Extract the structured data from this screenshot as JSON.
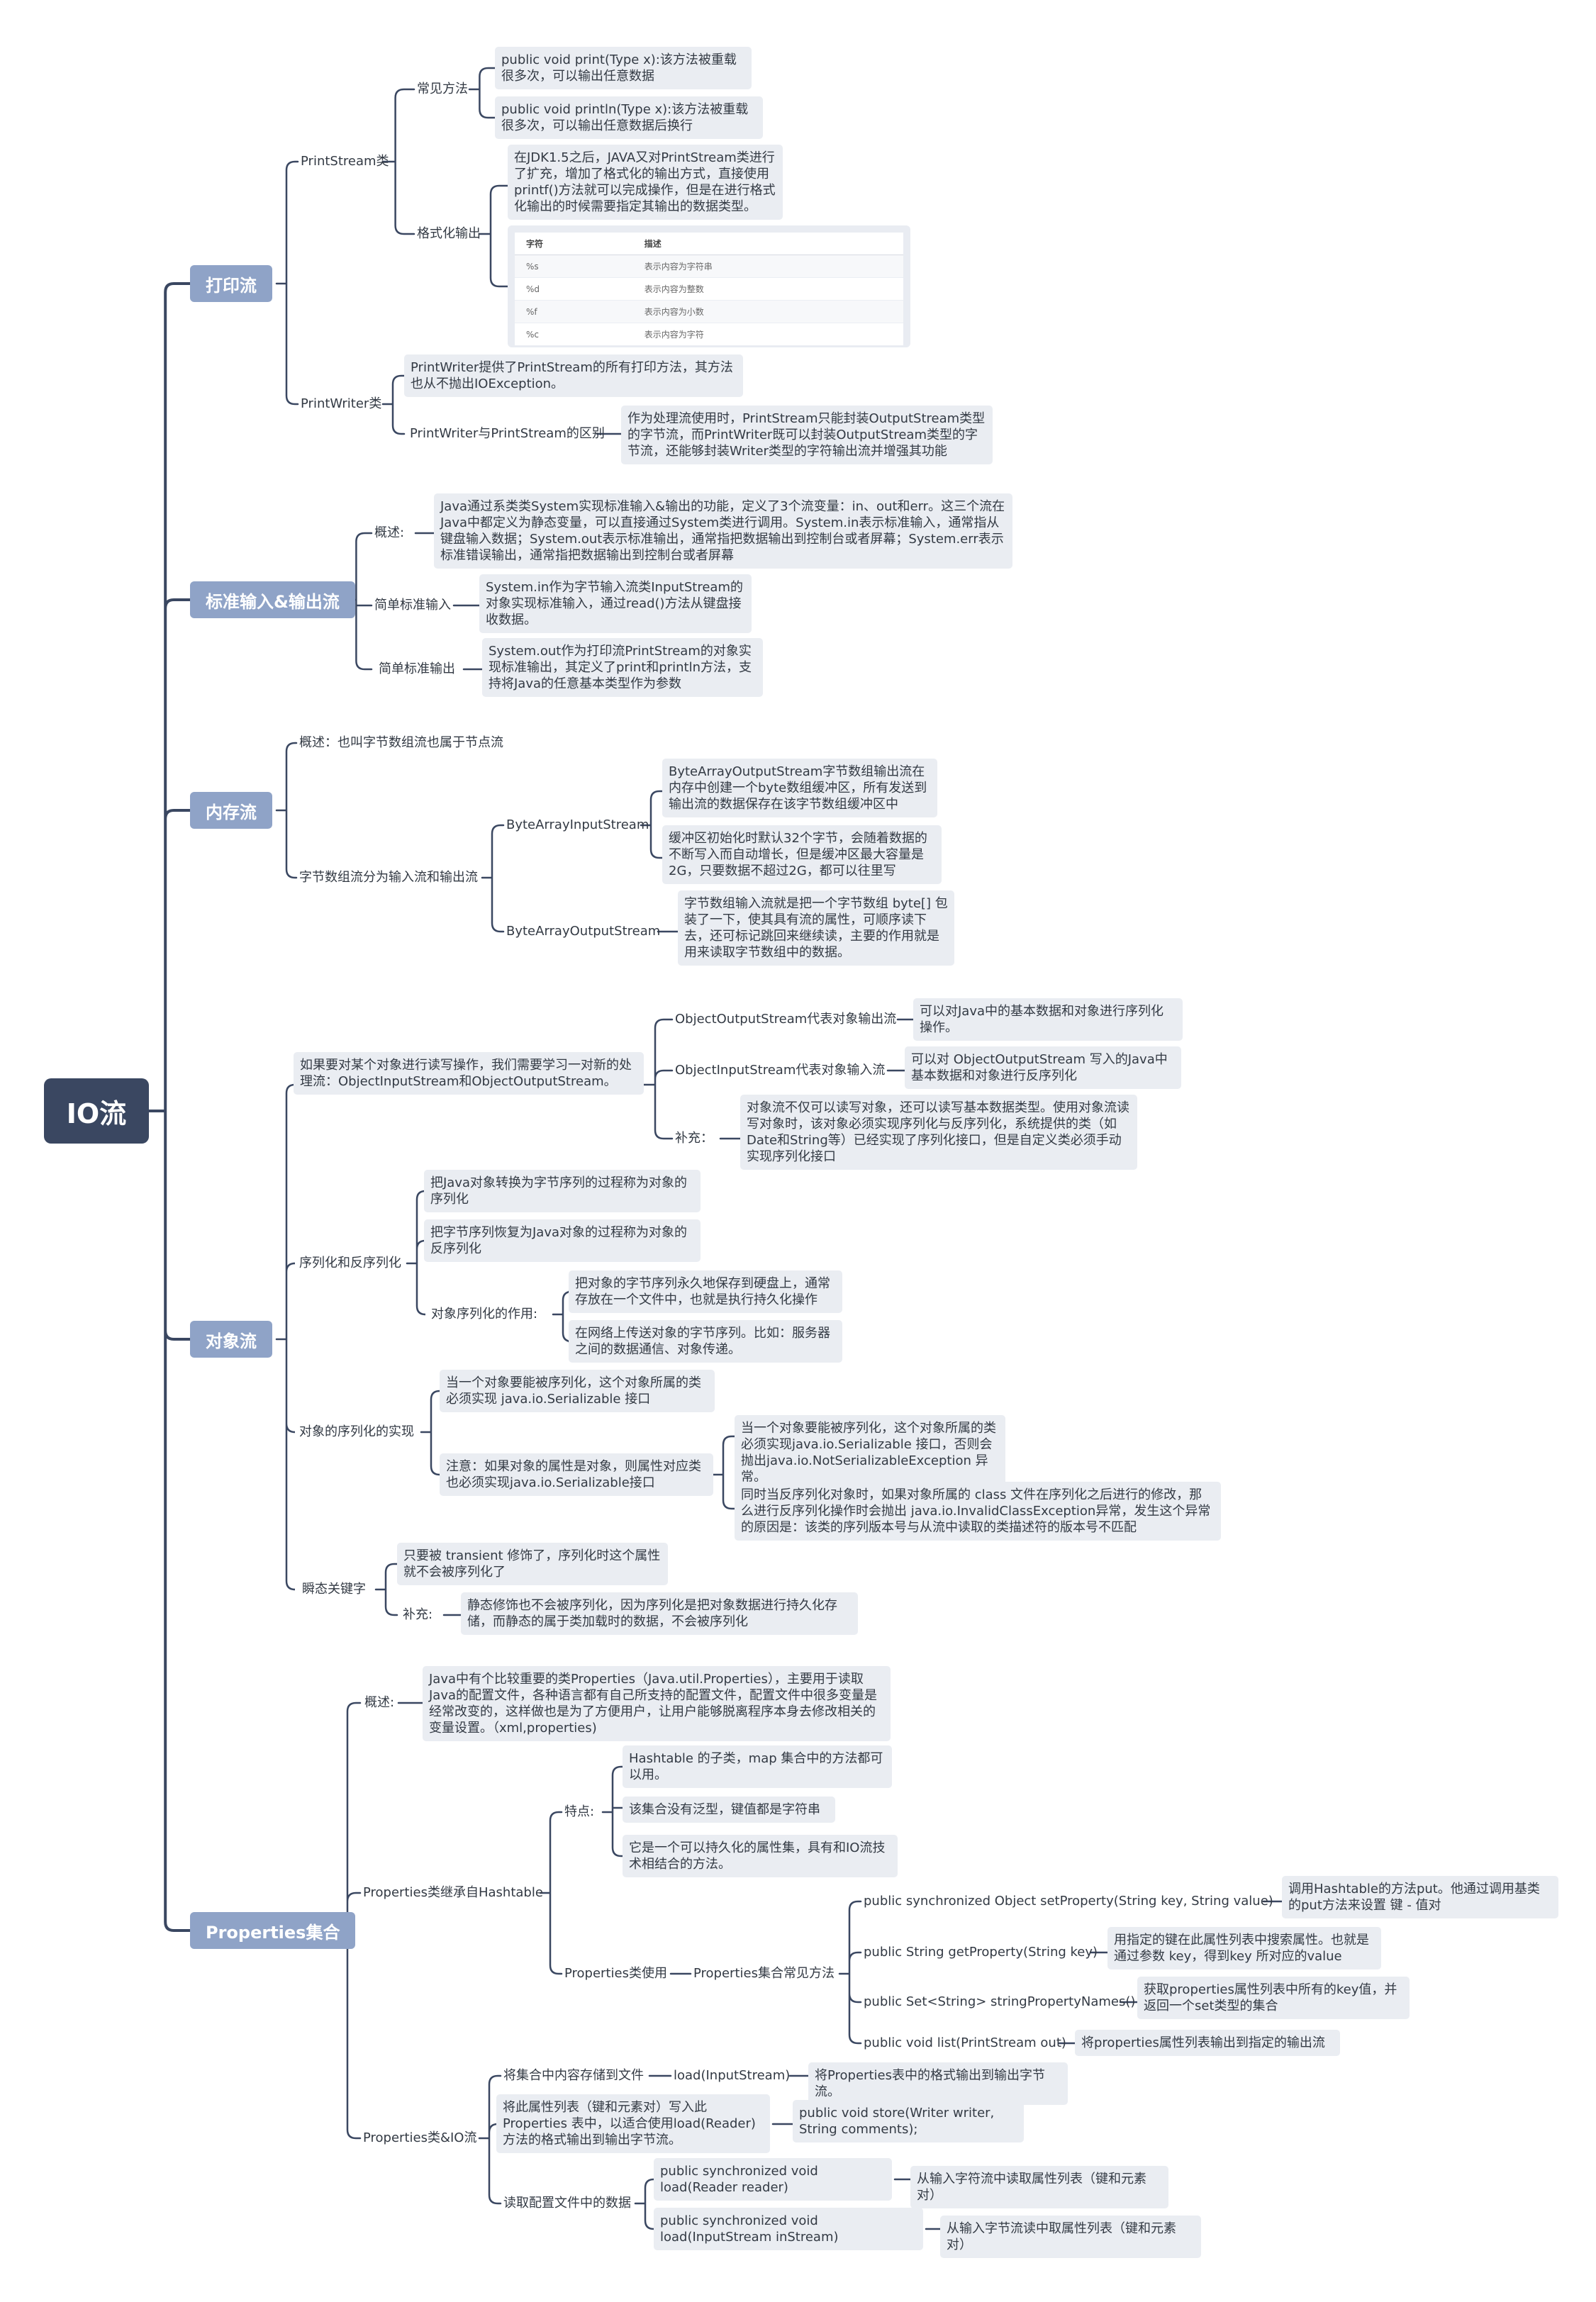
{
  "root": "IO流",
  "l1": {
    "print": "打印流",
    "std": "标准输入&输出流",
    "mem": "内存流",
    "obj": "对象流",
    "props": "Properties集合"
  },
  "labels": {
    "ps": "PrintStream类",
    "ps_common": "常见方法",
    "ps_format": "格式化输出",
    "pw": "PrintWriter类",
    "pw_diff": "PrintWriter与PrintStream的区别",
    "std_over": "概述:",
    "std_in": "简单标准输入",
    "std_out": "简单标准输出",
    "mem_over": "概述：也叫字节数组流也属于节点流",
    "mem_split": "字节数组流分为输入流和输出流",
    "mem_bais": "ByteArrayInputStream",
    "mem_baos": "ByteArrayOutputStream",
    "oos": "ObjectOutputStream代表对象输出流",
    "ois": "ObjectInputStream代表对象输入流",
    "obj_supp": "补充：",
    "obj_ser": "序列化和反序列化",
    "obj_ser_use": "对象序列化的作用:",
    "obj_impl": "对象的序列化的实现",
    "obj_trans": "瞬态关键字",
    "obj_trans_supp": "补充:",
    "pr_over": "概述:",
    "pr_extends": "Properties类继承自Hashtable",
    "pr_feat": "特点:",
    "pr_use": "Properties类使用",
    "pr_common": "Properties集合常见方法",
    "m_set": "public synchronized Object setProperty(String key, String value)",
    "m_get": "public String getProperty(String key)",
    "m_names": "public Set<String> stringPropertyNames()",
    "m_list": "public void list(PrintStream out)",
    "pr_io": "Properties类&IO流",
    "io_store": "将集合中内容存储到文件",
    "io_load_is": "load(InputStream)",
    "io_read": "读取配置文件中的数据"
  },
  "boxes": {
    "ps_print": "public void print(Type x):该方法被重载很多次，可以输出任意数据",
    "ps_println": "public void println(Type x):该方法被重载很多次，可以输出任意数据后换行",
    "ps_format_desc": "在JDK1.5之后，JAVA又对PrintStream类进行了扩充，增加了格式化的输出方式，直接使用printf()方法就可以完成操作，但是在进行格式化输出的时候需要指定其输出的数据类型。",
    "pw_desc": "PrintWriter提供了PrintStream的所有打印方法，其方法也从不抛出IOException。",
    "pw_diff_desc": "作为处理流使用时，PrintStream只能封装OutputStream类型的字节流，而PrintWriter既可以封装OutputStream类型的字节流，还能够封装Writer类型的字符输出流并增强其功能",
    "std_over_desc": " Java通过系类类System实现标准输入&输出的功能，定义了3个流变量：in、out和err。这三个流在Java中都定义为静态变量，可以直接通过System类进行调用。System.in表示标准输入，通常指从键盘输入数据；System.out表示标准输出，通常指把数据输出到控制台或者屏幕；System.err表示标准错误输出，通常指把数据输出到控制台或者屏幕",
    "std_in_desc": "System.in作为字节输入流类InputStream的对象实现标准输入，通过read()方法从键盘接收数据。",
    "std_out_desc": "System.out作为打印流PrintStream的对象实现标准输出，其定义了print和println方法，支持将Java的任意基本类型作为参数",
    "mem_bais_1": "ByteArrayOutputStream字节数组输出流在内存中创建一个byte数组缓冲区，所有发送到输出流的数据保存在该字节数组缓冲区中",
    "mem_bais_2": "缓冲区初始化时默认32个字节，会随着数据的不断写入而自动增长，但是缓冲区最大容量是2G，只要数据不超过2G，都可以往里写",
    "mem_baos_desc": "字节数组输入流就是把一个字节数组 byte[] 包装了一下，使其具有流的属性，可顺序读下去，还可标记跳回来继续读，主要的作用就是用来读取字节数组中的数据。",
    "obj_over": "如果要对某个对象进行读写操作，我们需要学习一对新的处理流：ObjectInputStream和ObjectOutputStream。",
    "oos_desc": "可以对Java中的基本数据和对象进行序列化操作。",
    "ois_desc": "可以对 ObjectOutputStream 写入的Java中基本数据和对象进行反序列化",
    "obj_supp_desc": "对象流不仅可以读写对象，还可以读写基本数据类型。使用对象流读写对象时，该对象必须实现序列化与反序列化，系统提供的类（如Date和String等）已经实现了序列化接口，但是自定义类必须手动实现序列化接口",
    "ser_def": "把Java对象转换为字节序列的过程称为对象的序列化",
    "deser_def": "把字节序列恢复为Java对象的过程称为对象的反序列化",
    "ser_use_1": "把对象的字节序列永久地保存到硬盘上，通常存放在一个文件中，也就是执行持久化操作",
    "ser_use_2": "在网络上传送对象的字节序列。比如：服务器之间的数据通信、对象传递。",
    "impl_1": "当一个对象要能被序列化，这个对象所属的类必须实现 java.io.Serializable 接口",
    "impl_2": "注意：如果对象的属性是对象，则属性对应类也必须实现java.io.Serializable接口",
    "impl_2a": "当一个对象要能被序列化，这个对象所属的类必须实现java.io.Serializable 接口，否则会抛出java.io.NotSerializableException 异常。",
    "impl_2b": "同时当反序列化对象时，如果对象所属的 class 文件在序列化之后进行的修改，那么进行反序列化操作时会抛出 java.io.InvalidClassException异常，发生这个异常的原因是：该类的序列版本号与从流中读取的类描述符的版本号不匹配",
    "trans_1": "只要被 transient 修饰了，序列化时这个属性就不会被序列化了",
    "trans_supp_desc": "静态修饰也不会被序列化，因为序列化是把对象数据进行持久化存储，而静态的属于类加载时的数据，不会被序列化",
    "pr_over_desc": "Java中有个比较重要的类Properties（Java.util.Properties），主要用于读取Java的配置文件，各种语言都有自己所支持的配置文件，配置文件中很多变量是经常改变的，这样做也是为了方便用户，让用户能够脱离程序本身去修改相关的变量设置。（xml,properties)",
    "feat_1": "Hashtable 的子类，map 集合中的方法都可以用。",
    "feat_2": "该集合没有泛型，键值都是字符串",
    "feat_3": "它是一个可以持久化的属性集，具有和IO流技术相结合的方法。",
    "m_set_desc": "调用Hashtable的方法put。他通过调用基类的put方法来设置 键 - 值对",
    "m_get_desc": "用指定的键在此属性列表中搜索属性。也就是通过参数 key，得到key 所对应的value",
    "m_names_desc": "获取properties属性列表中所有的key值，并返回一个set类型的集合",
    "m_list_desc": "将properties属性列表输出到指定的输出流",
    "io_load_is_desc": "将Properties表中的格式输出到输出字节流。",
    "io_store_desc": "将此属性列表（键和元素对）写入此 Properties 表中，以适合使用load(Reader)方法的格式输出到输出字节流。",
    "io_store_m": "public void store(Writer writer, String comments);",
    "io_load_reader": "public synchronized void load(Reader reader)",
    "io_load_reader_desc": "从输入字符流中读取属性列表（键和元素对）",
    "io_load_instream": "public synchronized void load(InputStream inStream)",
    "io_load_instream_desc": "从输入字节流读中取属性列表（键和元素对）"
  },
  "format_table": {
    "headers": [
      "字符",
      "描述"
    ],
    "rows": [
      [
        "%s",
        "表示内容为字符串"
      ],
      [
        "%d",
        "表示内容为整数"
      ],
      [
        "%f",
        "表示内容为小数"
      ],
      [
        "%c",
        "表示内容为字符"
      ]
    ]
  },
  "colors": {
    "root_bg": "#3a4761",
    "l1_bg": "#8fa3c7",
    "box_bg": "#eaedf2",
    "line": "#3a4761"
  }
}
